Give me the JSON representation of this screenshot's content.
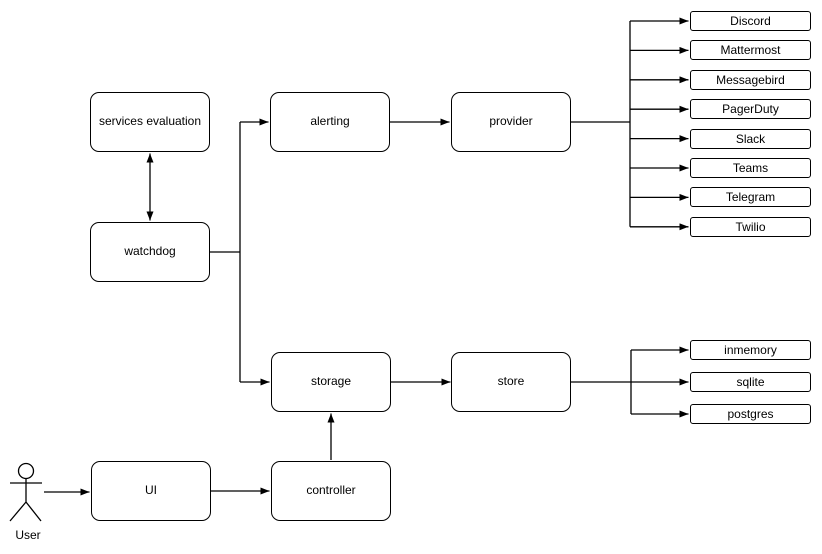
{
  "diagram": {
    "nodes": {
      "services_evaluation": {
        "label": "services evaluation"
      },
      "watchdog": {
        "label": "watchdog"
      },
      "alerting": {
        "label": "alerting"
      },
      "provider": {
        "label": "provider"
      },
      "storage": {
        "label": "storage"
      },
      "store": {
        "label": "store"
      },
      "ui": {
        "label": "UI"
      },
      "controller": {
        "label": "controller"
      }
    },
    "provider_targets": [
      "Discord",
      "Mattermost",
      "Messagebird",
      "PagerDuty",
      "Slack",
      "Teams",
      "Telegram",
      "Twilio"
    ],
    "store_targets": [
      "inmemory",
      "sqlite",
      "postgres"
    ],
    "actor": {
      "label": "User"
    },
    "colors": {
      "stroke": "#000000",
      "fill": "#ffffff"
    }
  }
}
